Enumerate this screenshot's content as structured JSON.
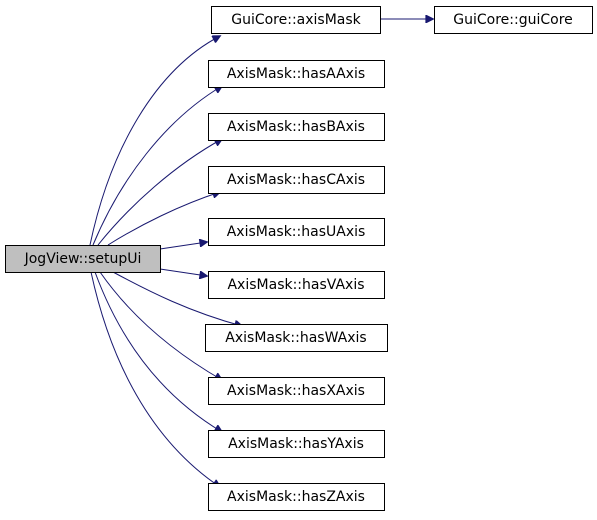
{
  "graph": {
    "colors": {
      "edge": "#191970",
      "root_fill": "#bfbfbf",
      "node_fill": "#ffffff",
      "border": "#000000"
    },
    "nodes": {
      "root": "JogView::setupUi",
      "axis_mask_fn": "GuiCore::axisMask",
      "gui_core_fn": "GuiCore::guiCore",
      "has_a": "AxisMask::hasAAxis",
      "has_b": "AxisMask::hasBAxis",
      "has_c": "AxisMask::hasCAxis",
      "has_u": "AxisMask::hasUAxis",
      "has_v": "AxisMask::hasVAxis",
      "has_w": "AxisMask::hasWAxis",
      "has_x": "AxisMask::hasXAxis",
      "has_y": "AxisMask::hasYAxis",
      "has_z": "AxisMask::hasZAxis"
    }
  }
}
